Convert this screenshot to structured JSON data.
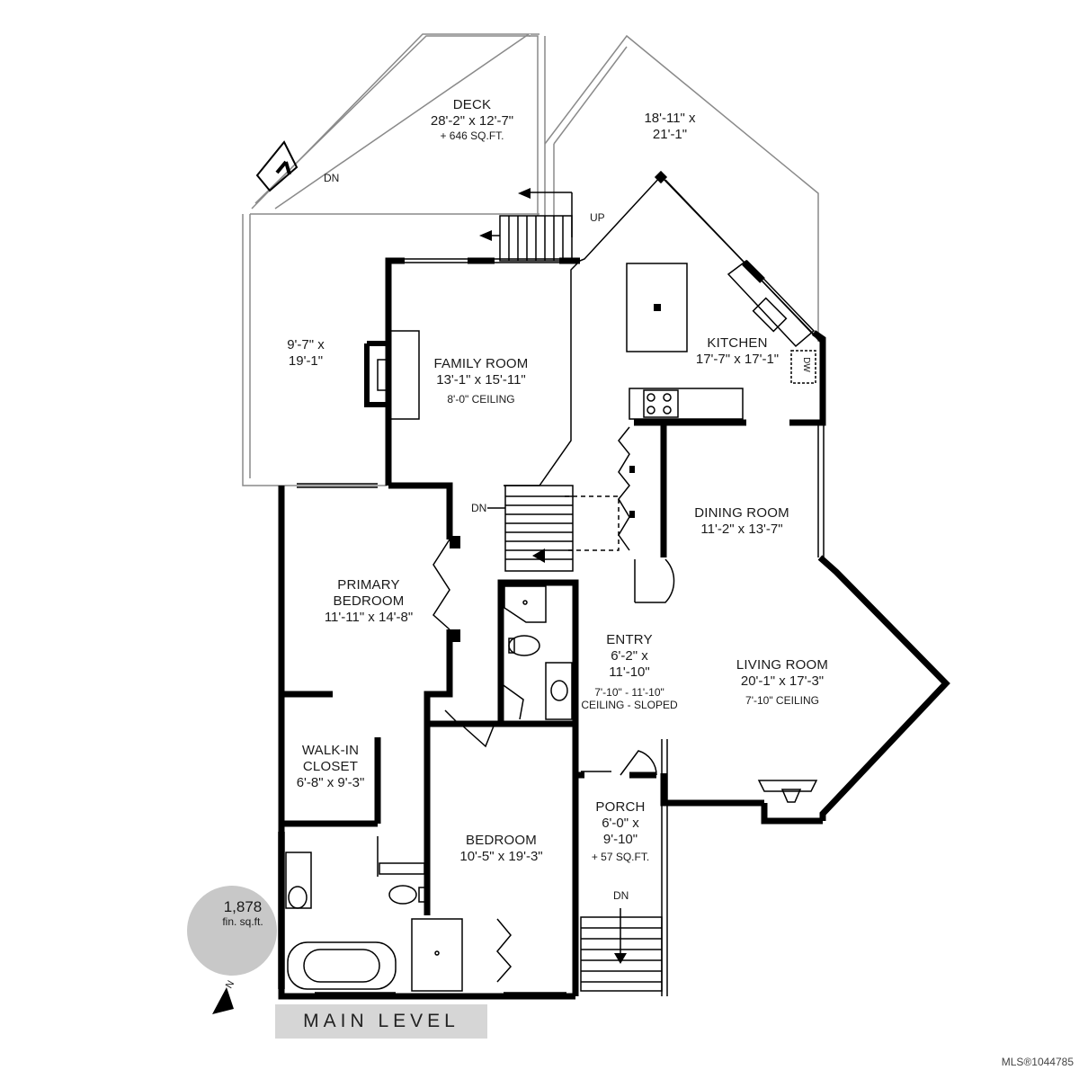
{
  "rooms": {
    "deck": {
      "name": "DECK",
      "dims": "28'-2\" x 12'-7\"",
      "note": "+ 646 SQ.FT."
    },
    "deck2": {
      "dims_line1": "18'-11\" x",
      "dims_line2": "21'-1\""
    },
    "side_deck": {
      "dims_line1": "9'-7\" x",
      "dims_line2": "19'-1\""
    },
    "family_room": {
      "name": "FAMILY ROOM",
      "dims": "13'-1\" x 15'-11\"",
      "note": "8'-0\" CEILING"
    },
    "kitchen": {
      "name": "KITCHEN",
      "dims": "17'-7\" x 17'-1\"",
      "appliance": "DW"
    },
    "dining_room": {
      "name": "DINING ROOM",
      "dims": "11'-2\" x 13'-7\""
    },
    "primary_bedroom": {
      "name_line1": "PRIMARY",
      "name_line2": "BEDROOM",
      "dims": "11'-11\" x 14'-8\""
    },
    "entry": {
      "name": "ENTRY",
      "dims_line1": "6'-2\" x",
      "dims_line2": "11'-10\"",
      "note_line1": "7'-10\" - 11'-10\"",
      "note_line2": "CEILING - SLOPED"
    },
    "living_room": {
      "name": "LIVING ROOM",
      "dims": "20'-1\" x 17'-3\"",
      "note": "7'-10\" CEILING"
    },
    "walk_in_closet": {
      "name_line1": "WALK-IN",
      "name_line2": "CLOSET",
      "dims": "6'-8\" x 9'-3\""
    },
    "bedroom": {
      "name": "BEDROOM",
      "dims": "10'-5\" x 19'-3\""
    },
    "porch": {
      "name": "PORCH",
      "dims_line1": "6'-0\" x",
      "dims_line2": "9'-10\"",
      "note": "+ 57 SQ.FT."
    }
  },
  "stairs": {
    "deck_down": "DN",
    "deck_up": "UP",
    "interior_down": "DN",
    "porch_down": "DN"
  },
  "area": {
    "value": "1,878",
    "unit": "fin. sq.ft."
  },
  "north_label": "N",
  "level_title": "MAIN LEVEL",
  "mls_id": "MLS®1044785",
  "colors": {
    "wall": "#000000",
    "outline": "#8a8a8a",
    "banner": "#d6d6d6",
    "area_circle": "#c8c8c8"
  }
}
